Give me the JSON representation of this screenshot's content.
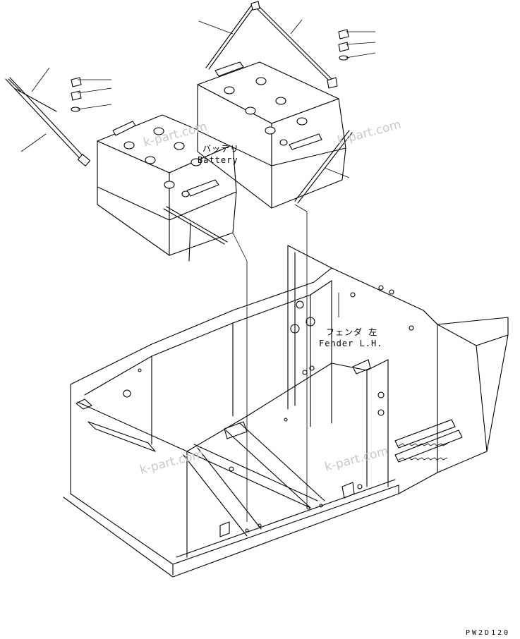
{
  "labels": {
    "battery_jp": "バッテリ",
    "battery_en": "Battery",
    "fender_jp": "フェンダ 左",
    "fender_en": "Fender L.H."
  },
  "watermark": "k-part.com",
  "drawing_code": "PW2D120"
}
